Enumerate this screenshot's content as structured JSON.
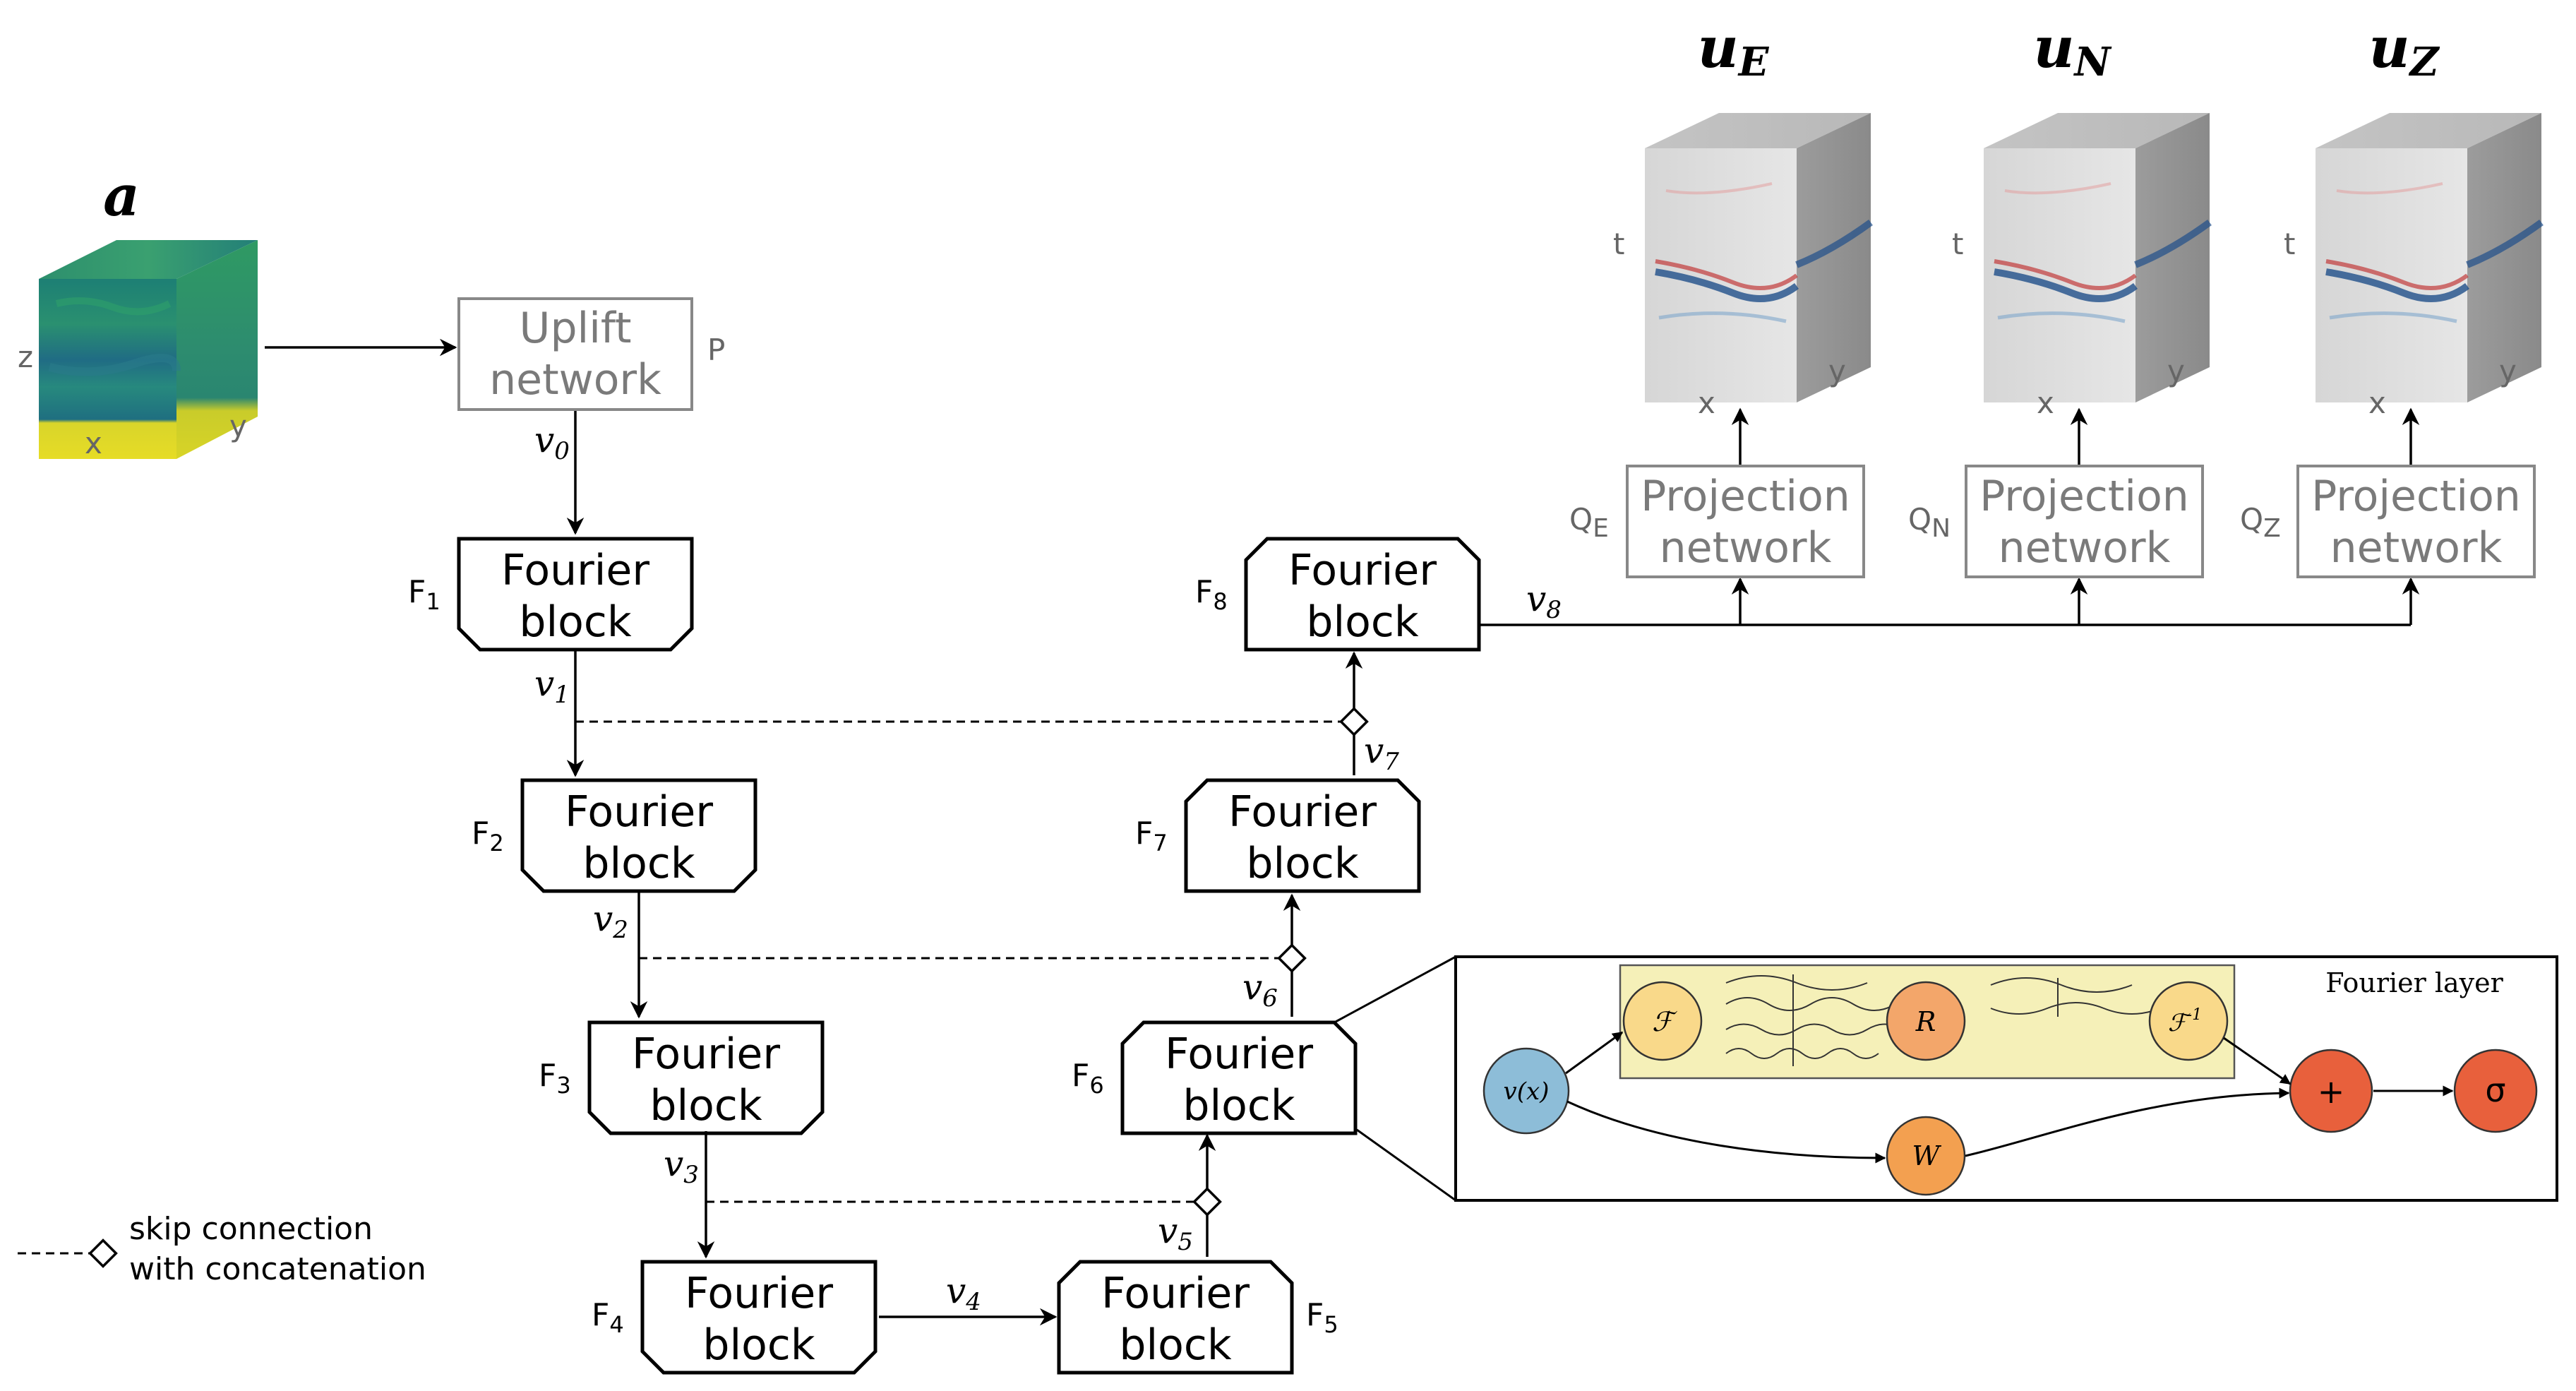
{
  "input": {
    "title": "a",
    "axis_z": "z",
    "axis_x": "x",
    "axis_y": "y"
  },
  "uplift": {
    "line1": "Uplift",
    "line2": "network",
    "label": "P",
    "output": "v",
    "output_sub": "0"
  },
  "blocks": [
    {
      "line1": "Fourier",
      "line2": "block",
      "label": "F",
      "sub": "1"
    },
    {
      "line1": "Fourier",
      "line2": "block",
      "label": "F",
      "sub": "2"
    },
    {
      "line1": "Fourier",
      "line2": "block",
      "label": "F",
      "sub": "3"
    },
    {
      "line1": "Fourier",
      "line2": "block",
      "label": "F",
      "sub": "4"
    },
    {
      "line1": "Fourier",
      "line2": "block",
      "label": "F",
      "sub": "5"
    },
    {
      "line1": "Fourier",
      "line2": "block",
      "label": "F",
      "sub": "6"
    },
    {
      "line1": "Fourier",
      "line2": "block",
      "label": "F",
      "sub": "7"
    },
    {
      "line1": "Fourier",
      "line2": "block",
      "label": "F",
      "sub": "8"
    }
  ],
  "edges": [
    {
      "v": "v",
      "sub": "1"
    },
    {
      "v": "v",
      "sub": "2"
    },
    {
      "v": "v",
      "sub": "3"
    },
    {
      "v": "v",
      "sub": "4"
    },
    {
      "v": "v",
      "sub": "5"
    },
    {
      "v": "v",
      "sub": "6"
    },
    {
      "v": "v",
      "sub": "7"
    },
    {
      "v": "v",
      "sub": "8"
    }
  ],
  "outputs": [
    {
      "title": "u",
      "title_sub": "E",
      "axis_t": "t",
      "axis_x": "x",
      "axis_y": "y",
      "proj1": "Projection",
      "proj2": "network",
      "q": "Q",
      "q_sub": "E"
    },
    {
      "title": "u",
      "title_sub": "N",
      "axis_t": "t",
      "axis_x": "x",
      "axis_y": "y",
      "proj1": "Projection",
      "proj2": "network",
      "q": "Q",
      "q_sub": "N"
    },
    {
      "title": "u",
      "title_sub": "Z",
      "axis_t": "t",
      "axis_x": "x",
      "axis_y": "y",
      "proj1": "Projection",
      "proj2": "network",
      "q": "Q",
      "q_sub": "Z"
    }
  ],
  "legend": {
    "line1": "skip connection",
    "line2": "with concatenation"
  },
  "fourier_layer": {
    "title": "Fourier layer",
    "input": "v(x)",
    "fft": "ℱ",
    "r": "R",
    "ifft": "ℱ",
    "ifft_sup": "-1",
    "w": "W",
    "plus": "+",
    "sigma": "σ"
  },
  "colors": {
    "input_node": "#8dbdd8",
    "yellow_panel": "#f5f0b8",
    "fft_node": "#f9d98a",
    "r_node": "#f3a66a",
    "w_node": "#f3a050",
    "sum_node": "#e8603c",
    "cube_teal": "#1f8a7a",
    "cube_yellow": "#e3d72a"
  }
}
